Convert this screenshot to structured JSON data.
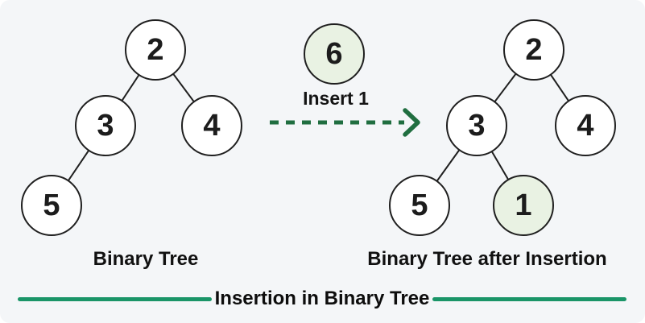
{
  "caption": "Insertion in Binary Tree",
  "colors": {
    "background": "#f4f6f8",
    "node_fill": "#ffffff",
    "node_highlight_fill": "#e9f2e3",
    "node_border": "#1f1f1f",
    "arrow_green": "#206e40",
    "rule_green": "#1a9568",
    "text": "#111111"
  },
  "diagram": {
    "left_tree": {
      "label": "Binary Tree",
      "nodes": [
        {
          "value": "2"
        },
        {
          "value": "3"
        },
        {
          "value": "4"
        },
        {
          "value": "5"
        }
      ],
      "edges": [
        "2-3",
        "2-4",
        "3-5"
      ]
    },
    "transition": {
      "node_value": "6",
      "action_label": "Insert 1"
    },
    "right_tree": {
      "label": "Binary Tree after Insertion",
      "nodes": [
        {
          "value": "2"
        },
        {
          "value": "3"
        },
        {
          "value": "4"
        },
        {
          "value": "5"
        },
        {
          "value": "1",
          "highlighted": true
        }
      ],
      "edges": [
        "2-3",
        "2-4",
        "3-5",
        "3-1"
      ]
    }
  }
}
